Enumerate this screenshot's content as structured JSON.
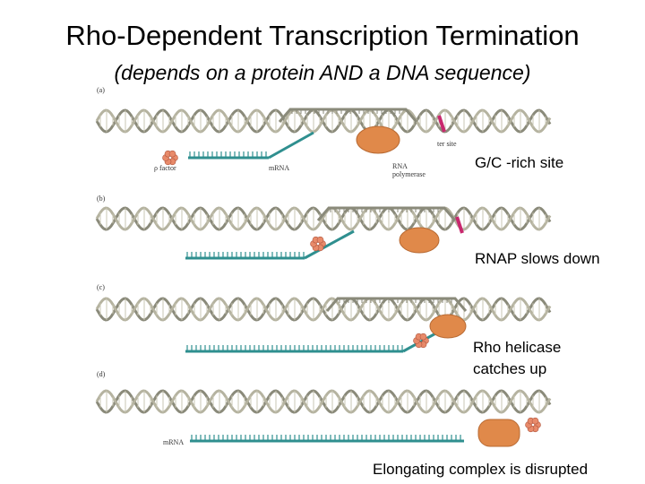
{
  "title": "Rho-Dependent Transcription Termination",
  "subtitle": "(depends on a protein AND a DNA sequence)",
  "panels": [
    {
      "label": "(a)",
      "caption_lines": [
        "G/C -rich site"
      ]
    },
    {
      "label": "(b)",
      "caption_lines": [
        "RNAP slows down"
      ]
    },
    {
      "label": "(c)",
      "caption_lines": [
        "Rho helicase",
        "catches up"
      ]
    },
    {
      "label": "(d)",
      "caption_lines": [
        "Elongating complex is disrupted"
      ]
    }
  ],
  "diagram_labels": {
    "rho_factor": "ρ factor",
    "mrna": "mRNA",
    "rna_polymerase_line1": "RNA",
    "rna_polymerase_line2": "polymerase",
    "ter_site": "ter site"
  },
  "colors": {
    "dna": "#8a8a7a",
    "rna": "#2f8f8f",
    "polymerase": "#e0894a",
    "ter_site": "#c8286e",
    "rho": "#e88a6a"
  }
}
